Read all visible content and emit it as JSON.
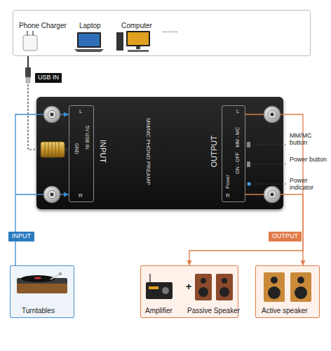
{
  "diagram": {
    "nodes": [
      {
        "text": [
          "Phone Charger",
          "Laptop",
          "Computer",
          "........"
        ]
      },
      {
        "text": [
          "MM/MC PHONO PREAMP"
        ]
      },
      {
        "text": [
          "L",
          "5V USB IN",
          "GND",
          "R",
          "INPUT"
        ],
        "in": 1
      },
      {
        "text": [
          "OUTPUT",
          "L",
          "MM - MC",
          "ON - OFF",
          "Power",
          "R"
        ],
        "in": 1
      },
      {
        "text": [
          "Turntables"
        ]
      },
      {
        "text": [
          "Amplifier",
          "+",
          "Passive Speaker"
        ]
      },
      {
        "text": [
          "Active speaker"
        ]
      }
    ],
    "edges": [
      {
        "from": 0,
        "to": 2,
        "arrow": "to",
        "label": "USB IN"
      },
      {
        "from": 4,
        "to": 2,
        "arrow": "to",
        "label": "INPUT"
      },
      {
        "from": 3,
        "to": 5,
        "arrow": "to"
      },
      {
        "from": 3,
        "to": 6,
        "arrow": "to",
        "label": "OUTPUT"
      }
    ],
    "labels": [
      "MM/MC button",
      "Power button",
      "Power indicator"
    ]
  }
}
